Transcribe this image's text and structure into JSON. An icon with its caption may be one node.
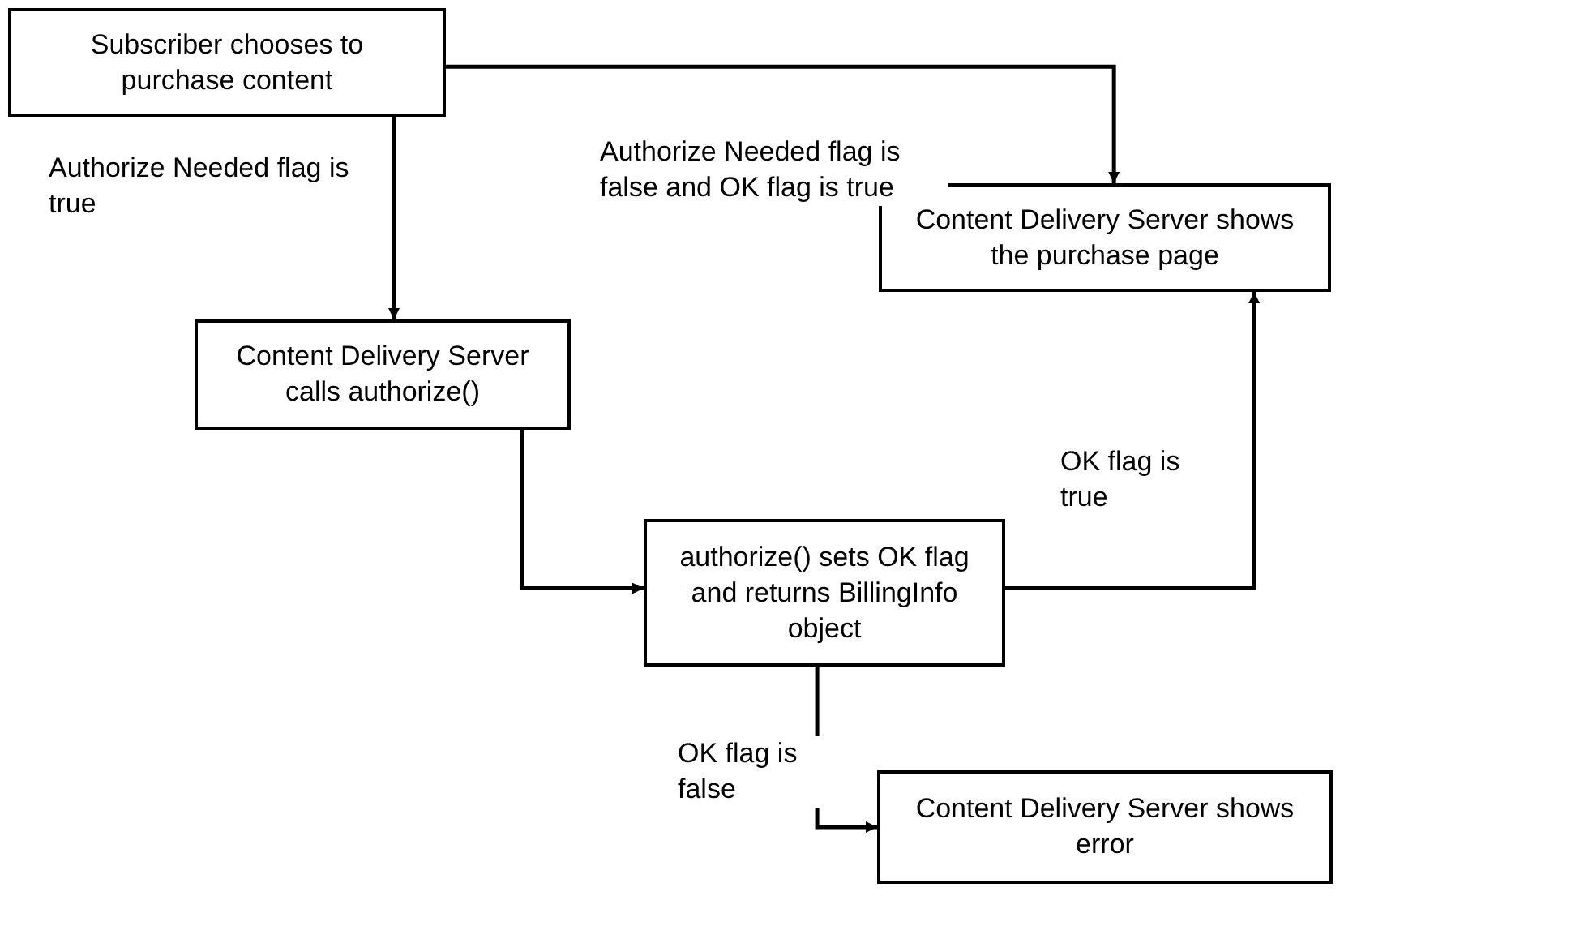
{
  "diagram": {
    "nodes": [
      {
        "text": [
          "Subscriber chooses to purchase content"
        ]
      },
      {
        "text": [
          "Content Delivery Server shows the purchase page"
        ]
      },
      {
        "text": [
          "Content Delivery Server calls authorize()"
        ]
      },
      {
        "text": [
          "authorize() sets OK flag and returns BillingInfo object"
        ]
      },
      {
        "text": [
          "Content Delivery Server shows error"
        ]
      }
    ],
    "edges": [
      {
        "from": 0,
        "to": 2,
        "arrow": "to",
        "label": "Authorize Needed flag is true"
      },
      {
        "from": 0,
        "to": 1,
        "arrow": "to",
        "label": "Authorize Needed flag is false and OK flag is true"
      },
      {
        "from": 2,
        "to": 3,
        "arrow": "to"
      },
      {
        "from": 3,
        "to": 1,
        "arrow": "to",
        "label": "OK flag is true"
      },
      {
        "from": 3,
        "to": 4,
        "arrow": "to",
        "label": "OK flag is false"
      }
    ]
  }
}
